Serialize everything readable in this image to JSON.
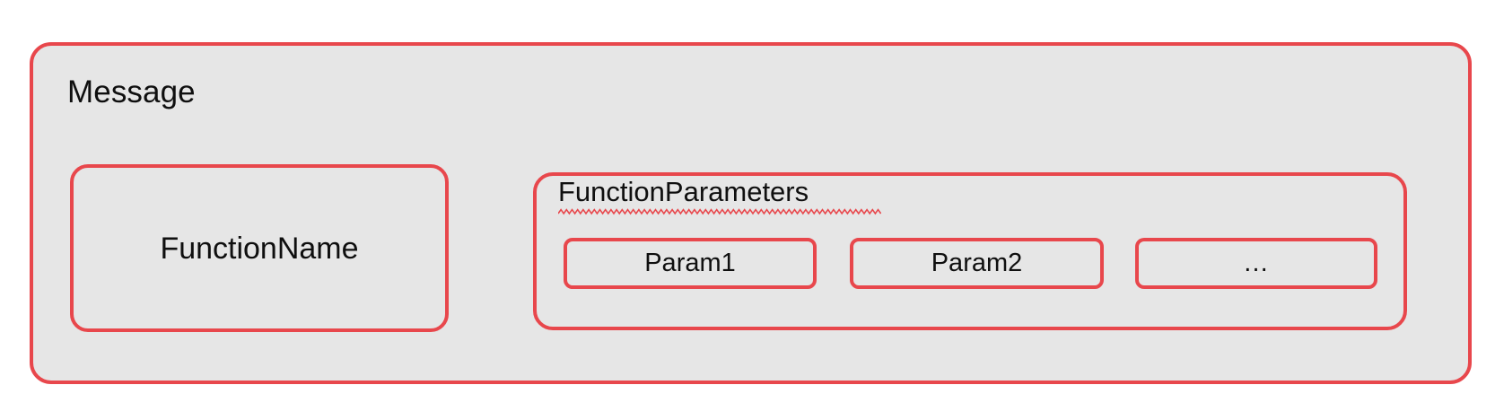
{
  "diagram": {
    "title": "Message",
    "background_color": "#ffffff",
    "box_fill_color": "#e6e6e6",
    "box_border_color": "#e8474c",
    "text_color": "#0f0f0f",
    "spellcheck_squiggle_color": "#e8474c"
  },
  "message": {
    "label": "Message",
    "function_name": {
      "label": "FunctionName"
    },
    "function_parameters": {
      "label": "FunctionParameters",
      "has_spellcheck_underline": true,
      "params": [
        {
          "label": "Param1"
        },
        {
          "label": "Param2"
        },
        {
          "label": "…"
        }
      ]
    }
  }
}
